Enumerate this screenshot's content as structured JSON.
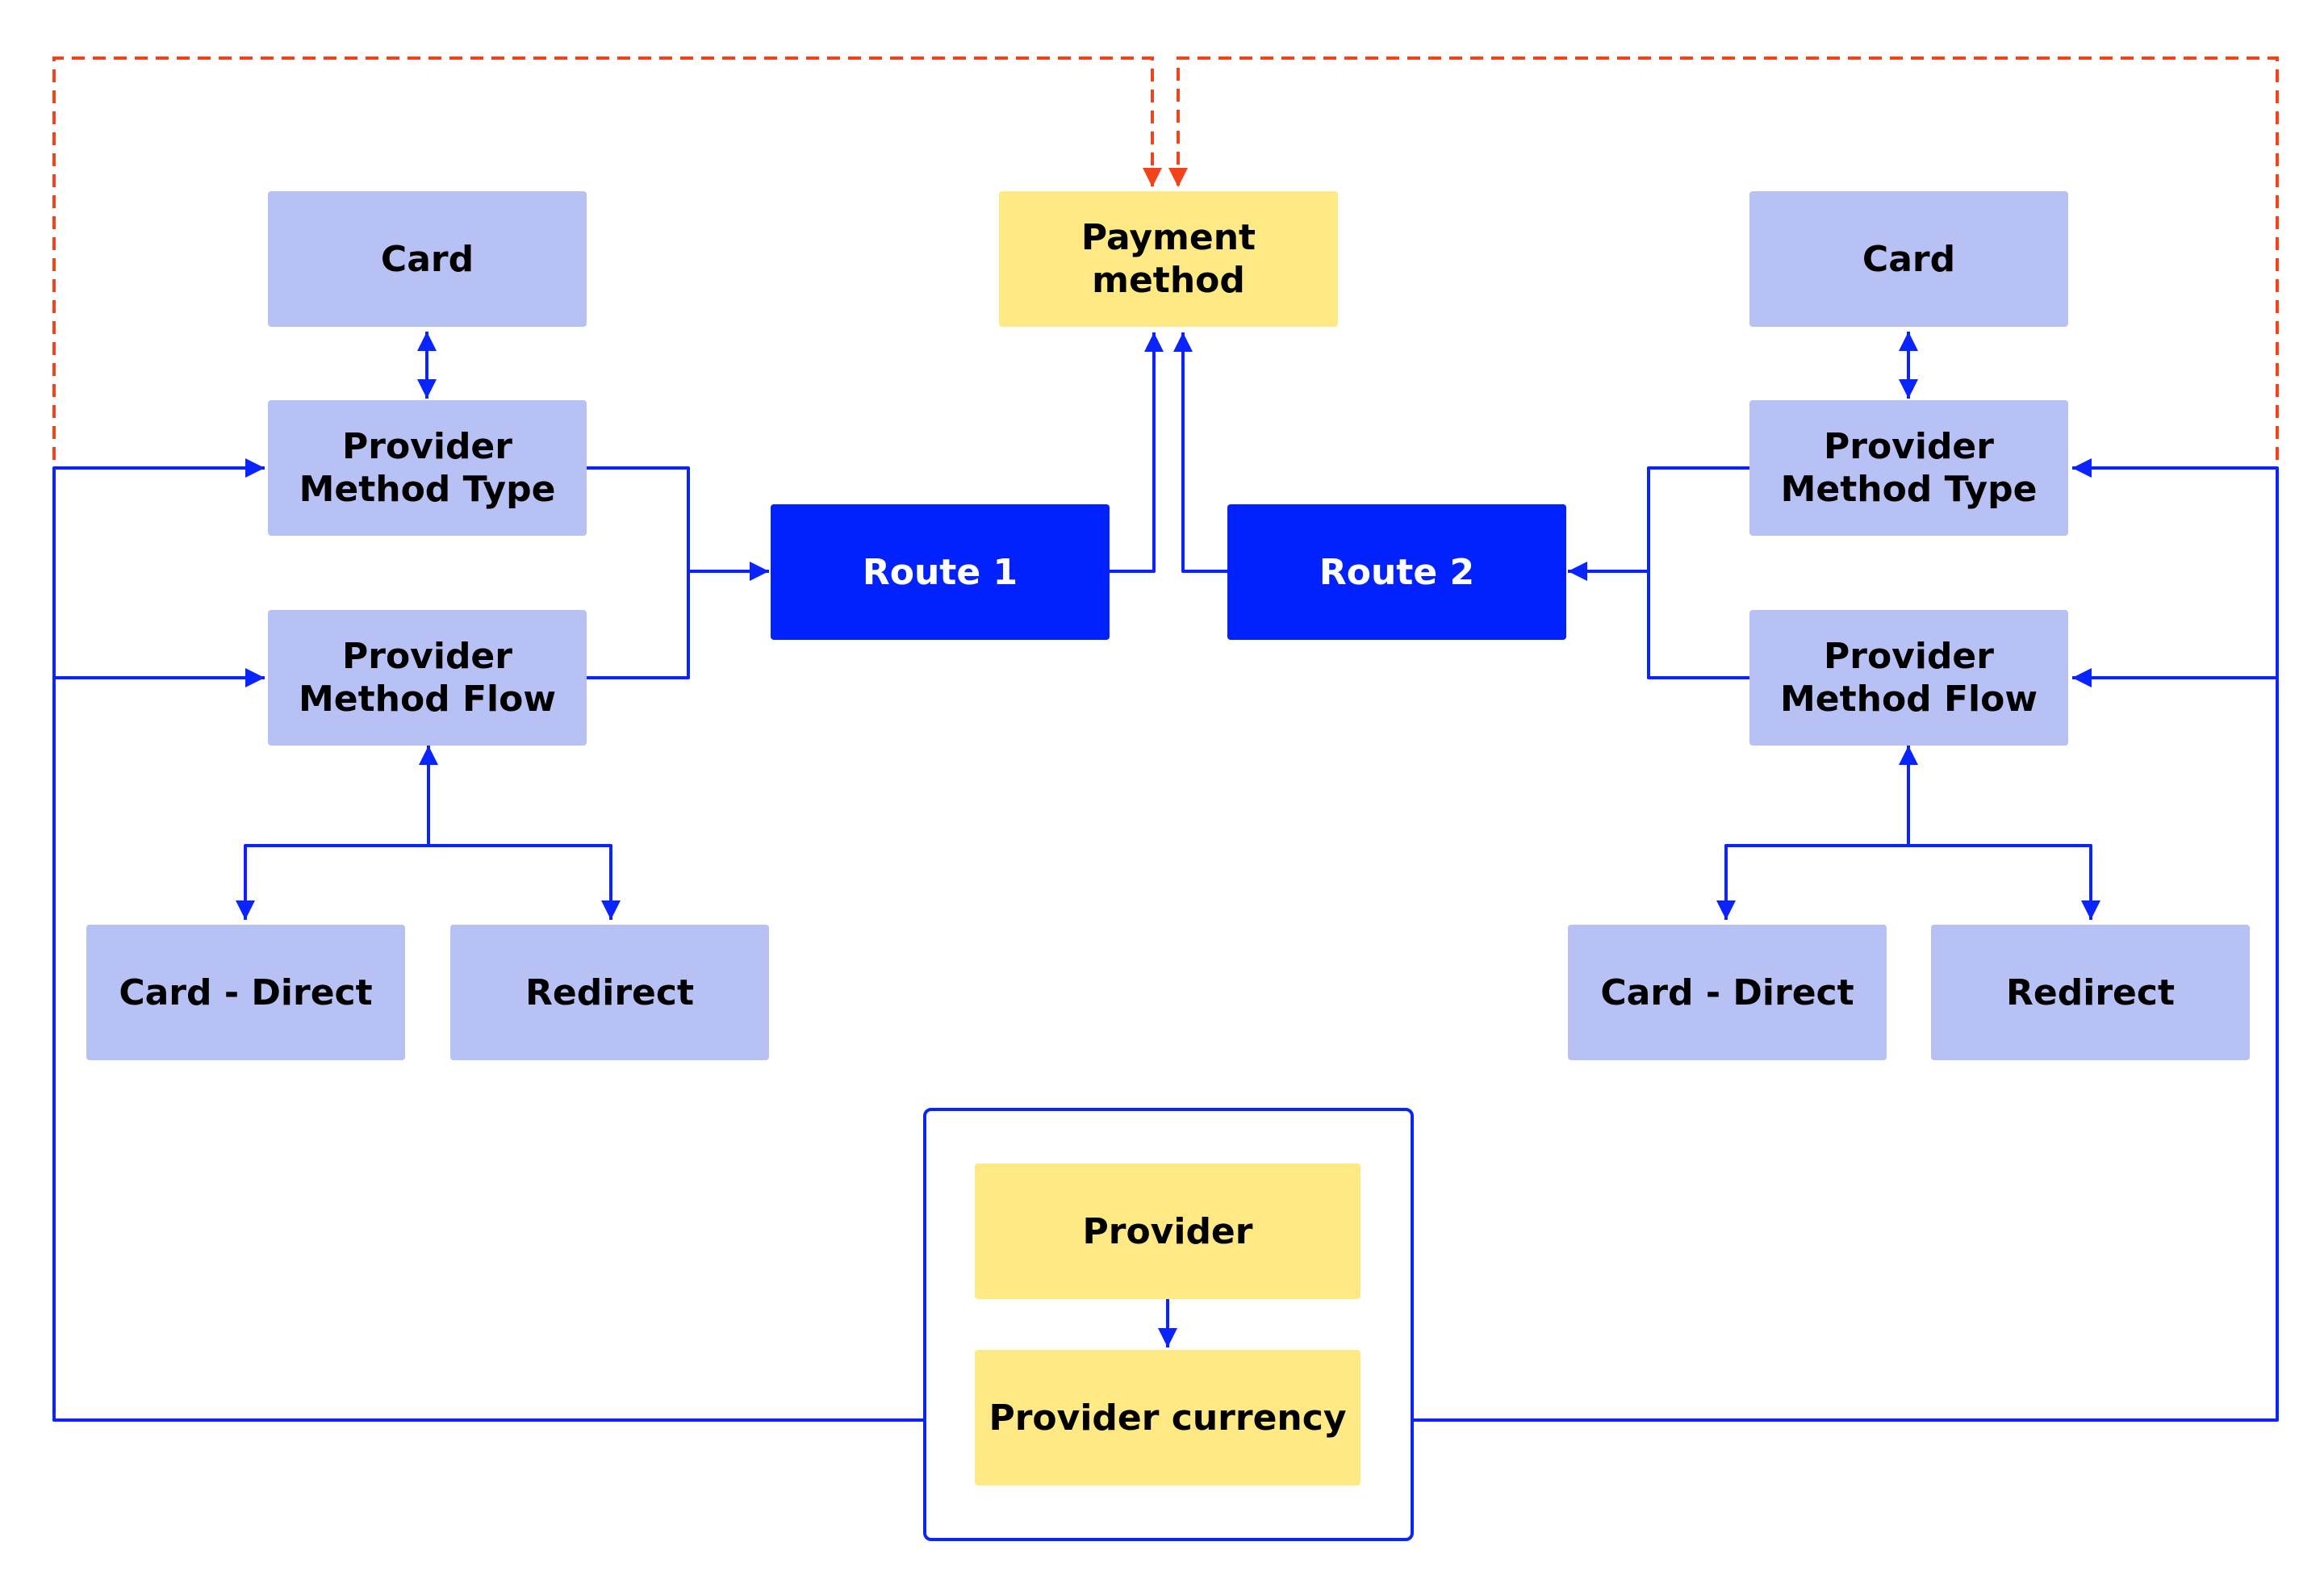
{
  "colors": {
    "connector": "#0a24ff",
    "feedback": "#f4421b",
    "node_light": "#b8c1f4",
    "node_yellow": "#ffe985",
    "node_route": "#0221ff"
  },
  "payment_method": {
    "label": "Payment\nmethod"
  },
  "left": {
    "card": "Card",
    "provider_method_type": "Provider\nMethod Type",
    "provider_method_flow": "Provider\nMethod Flow",
    "card_direct": "Card - Direct",
    "redirect": "Redirect"
  },
  "right": {
    "card": "Card",
    "provider_method_type": "Provider\nMethod Type",
    "provider_method_flow": "Provider\nMethod Flow",
    "card_direct": "Card - Direct",
    "redirect": "Redirect"
  },
  "routes": {
    "route1": "Route 1",
    "route2": "Route 2"
  },
  "provider_group": {
    "provider": "Provider",
    "provider_currency": "Provider currency"
  }
}
